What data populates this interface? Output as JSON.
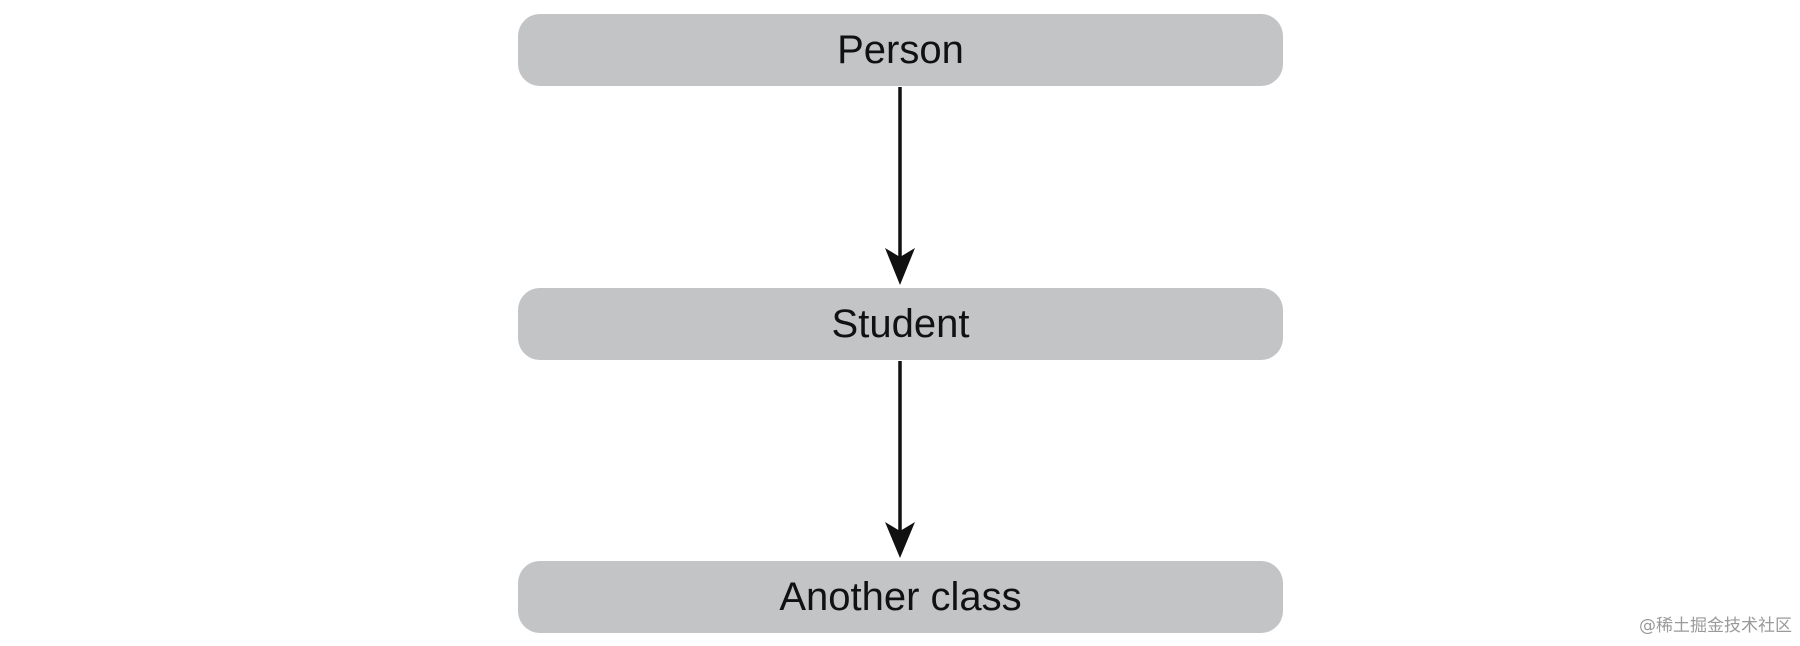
{
  "diagram": {
    "nodes": [
      {
        "id": "person",
        "label": "Person"
      },
      {
        "id": "student",
        "label": "Student"
      },
      {
        "id": "another",
        "label": "Another class"
      }
    ],
    "edges": [
      {
        "from": "person",
        "to": "student"
      },
      {
        "from": "student",
        "to": "another"
      }
    ],
    "colors": {
      "node_fill": "#c3c4c6",
      "arrow": "#111111",
      "text": "#111111"
    }
  },
  "watermark": "@稀土掘金技术社区"
}
